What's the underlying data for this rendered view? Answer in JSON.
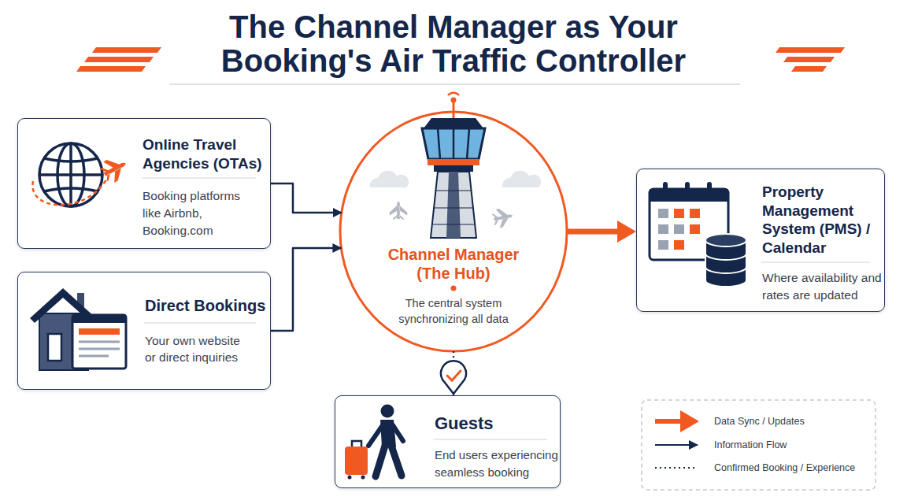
{
  "diagram": {
    "title": "The Channel Manager as Your Booking's Air Traffic Controller",
    "nodes": [
      {
        "text": [
          "Online Travel Agencies (OTAs)",
          "Booking platforms like Airbnb, Booking.com"
        ]
      },
      {
        "text": [
          "Direct Bookings",
          "Your own website or direct inquiries"
        ]
      },
      {
        "text": [
          "Channel Manager (The Hub)",
          "The central system synchronizing all data"
        ]
      },
      {
        "text": [
          "Property Management System (PMS) / Calendar",
          "Where availability and rates are updated"
        ]
      },
      {
        "text": [
          "Guests",
          "End users experiencing seamless booking"
        ]
      }
    ],
    "edges": [
      {
        "from": 0,
        "to": 2,
        "arrow": "to"
      },
      {
        "from": 1,
        "to": 2,
        "arrow": "to"
      },
      {
        "from": 2,
        "to": 3,
        "arrow": "to"
      },
      {
        "from": 2,
        "to": 4,
        "arrow": "none"
      }
    ],
    "legend": [
      {
        "text": "Data Sync / Updates"
      },
      {
        "text": "Information Flow"
      },
      {
        "text": "Confirmed Booking / Experience"
      }
    ]
  }
}
